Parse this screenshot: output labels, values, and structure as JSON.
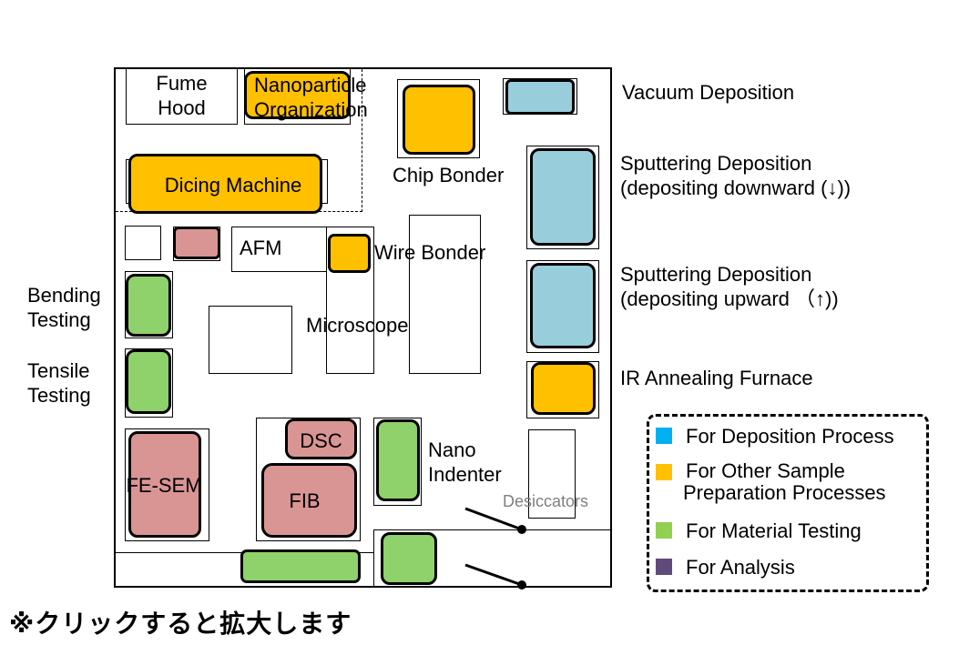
{
  "labels": {
    "fume_hood": [
      "Fume",
      "Hood"
    ],
    "nanoparticle": [
      "Nanoparticle",
      "Organization"
    ],
    "dicing": "Dicing Machine",
    "chip_bonder": "Chip Bonder",
    "afm": "AFM",
    "wire_bonder": "Wire Bonder",
    "microscope": "Microscope",
    "bending": [
      "Bending",
      "Testing"
    ],
    "tensile": [
      "Tensile",
      "Testing"
    ],
    "fesem": "FE-SEM",
    "dsc": "DSC",
    "fib": "FIB",
    "nano_indenter": [
      "Nano",
      "Indenter"
    ],
    "desiccators": "Desiccators",
    "vacuum": "Vacuum Deposition",
    "sputter_down": [
      "Sputtering Deposition",
      "(depositing downward (↓))"
    ],
    "sputter_up": [
      "Sputtering Deposition",
      "(depositing upward （↑))"
    ],
    "ir_furnace": "IR Annealing Furnace"
  },
  "legend": [
    {
      "label": "For Deposition Process",
      "color": "#00b0f0"
    },
    {
      "label": "For Other Sample",
      "label2": "Preparation Processes",
      "color": "#ffc000"
    },
    {
      "label": "For Material Testing",
      "color": "#92d050"
    },
    {
      "label": "For Analysis",
      "color": "#604a7b"
    }
  ],
  "footnote": "※クリックすると拡大します"
}
